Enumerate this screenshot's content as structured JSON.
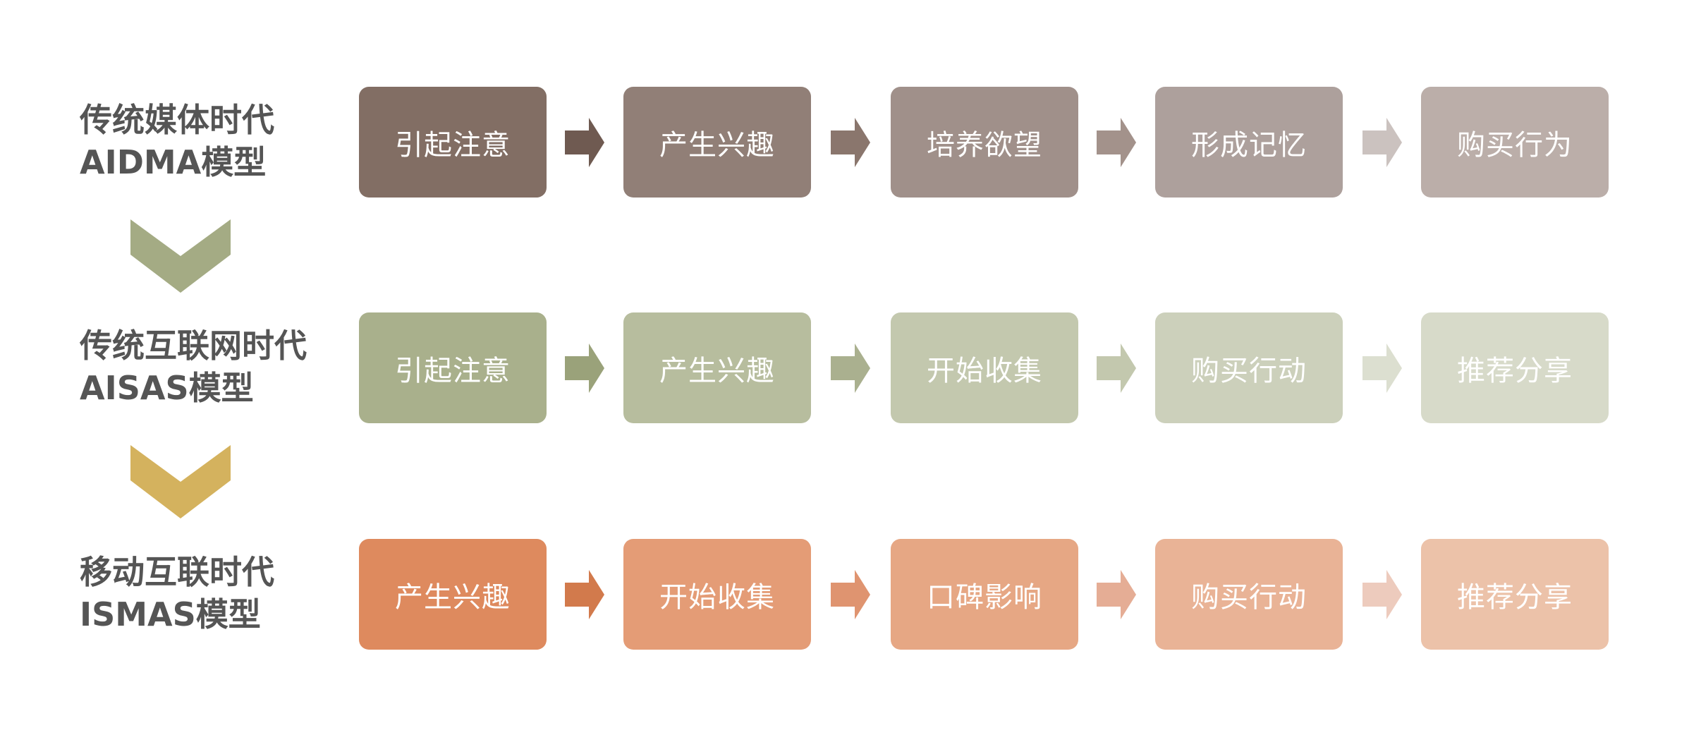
{
  "rows": [
    {
      "title": "传统媒体时代",
      "model": "AIDMA模型",
      "steps": [
        "引起注意",
        "产生兴趣",
        "培养欲望",
        "形成记忆",
        "购买行为"
      ],
      "box_colors": [
        "#826e64",
        "#917f77",
        "#a0908a",
        "#ada09c",
        "#bbaea9"
      ],
      "arrow_colors": [
        "#6f5a51",
        "#8a766d",
        "#a3928b",
        "#cbc2bf"
      ]
    },
    {
      "title": "传统互联网时代",
      "model": "AISAS模型",
      "steps": [
        "引起注意",
        "产生兴趣",
        "开始收集",
        "购买行动",
        "推荐分享"
      ],
      "box_colors": [
        "#a9b08c",
        "#b7bd9e",
        "#c3c8ae",
        "#ccd0bb",
        "#d7dac9"
      ],
      "arrow_colors": [
        "#9aa27a",
        "#aab08f",
        "#c3c8ae",
        "#dcdfd0"
      ]
    },
    {
      "title": "移动互联时代",
      "model": "ISMAS模型",
      "steps": [
        "产生兴趣",
        "开始收集",
        "口碑影响",
        "购买行动",
        "推荐分享"
      ],
      "box_colors": [
        "#de8a5e",
        "#e49c76",
        "#e6a784",
        "#e9b396",
        "#ecc2a9"
      ],
      "arrow_colors": [
        "#d27a4c",
        "#df9470",
        "#e5ad95",
        "#edcbbd"
      ]
    }
  ],
  "chevron_colors": [
    "#a4ab84",
    "#d4b25e"
  ]
}
